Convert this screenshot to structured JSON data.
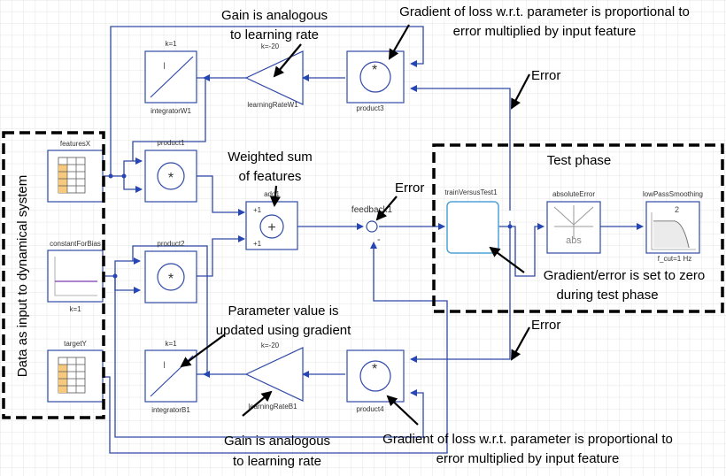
{
  "blocks": {
    "featuresX": "featuresX",
    "constantForBias": "constantForBias",
    "constant_k": "k=1",
    "targetY": "targetY",
    "integratorW1": "integratorW1",
    "integratorW1_k": "k=1",
    "integratorB1": "integratorB1",
    "integratorB1_k": "k=1",
    "learningRateW1": "learningRateW1",
    "learningRateW1_k": "k=-20",
    "learningRateB1": "learningRateB1",
    "learningRateB1_k": "k=-20",
    "product1": "product1",
    "product2": "product2",
    "product3": "product3",
    "product4": "product4",
    "add1": "add1",
    "add_plus": "+1",
    "feedback1": "feedback1",
    "feedback_minus": "-",
    "trainVersusTest1": "trainVersusTest1",
    "absoluteError": "absoluteError",
    "abs_text": "abs",
    "lowPassSmoothing": "lowPassSmoothing",
    "lowpass_order": "2",
    "lowpass_fcut": "f_cut=1 Hz",
    "integrator_symbol": "I",
    "product_symbol": "*",
    "add_symbol": "+"
  },
  "annotations": {
    "gain_top_1": "Gain is analogous",
    "gain_top_2": "to learning rate",
    "grad_top_1": "Gradient of loss w.r.t. parameter is proportional to",
    "grad_top_2": "error multiplied by input feature",
    "error_top": "Error",
    "error_mid": "Error",
    "error_bottom": "Error",
    "weighted_1": "Weighted sum",
    "weighted_2": "of features",
    "test_phase": "Test phase",
    "data_input": "Data as input to dynamical system",
    "grad_zero_1": "Gradient/error is set to zero",
    "grad_zero_2": "during test phase",
    "param_1": "Parameter value is",
    "param_2": "updated using gradient",
    "gain_bottom_1": "Gain is analogous",
    "gain_bottom_2": "to learning rate",
    "grad_bottom_1": "Gradient of loss w.r.t. parameter is proportional to",
    "grad_bottom_2": "error multiplied by input feature"
  },
  "colors": {
    "wire": "#2f49a8",
    "table_fill": "#f7c97c",
    "grid": "#e4e4e4"
  }
}
